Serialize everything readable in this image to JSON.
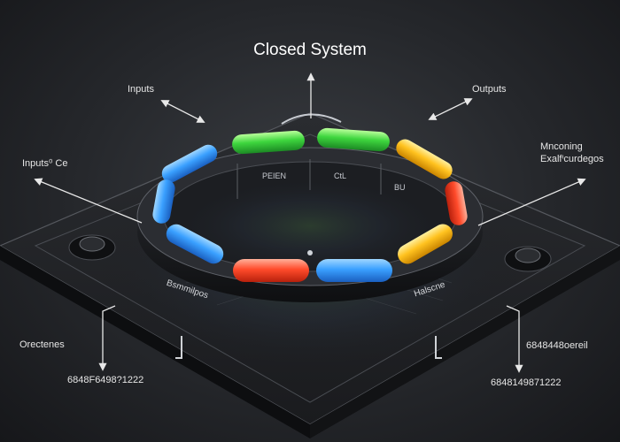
{
  "title": "Closed System",
  "labels": {
    "inputs": "Inputs",
    "outputs": "Outputs",
    "inputs_ce": "Inputs⁰ Ce",
    "monitoring_line1": "Mnconing",
    "monitoring_line2": "Exalfⁱcurdegos",
    "orectenes": "Orectenes",
    "left_code": "6848F6498?1222",
    "right_code_1": "6848448oereil",
    "right_code_2": "6848149871222"
  },
  "ring_labels": {
    "inner_left": "PEIEN",
    "inner_mid": "CtL",
    "inner_right": "BU"
  },
  "plate_labels": {
    "front_left": "Bsmmilpos",
    "front_right": "Halscne"
  },
  "colors": {
    "accent_blue": "#3aa0ff",
    "accent_green": "#3ed63e",
    "accent_yellow": "#ffc21f",
    "accent_red": "#ff4b2b"
  }
}
